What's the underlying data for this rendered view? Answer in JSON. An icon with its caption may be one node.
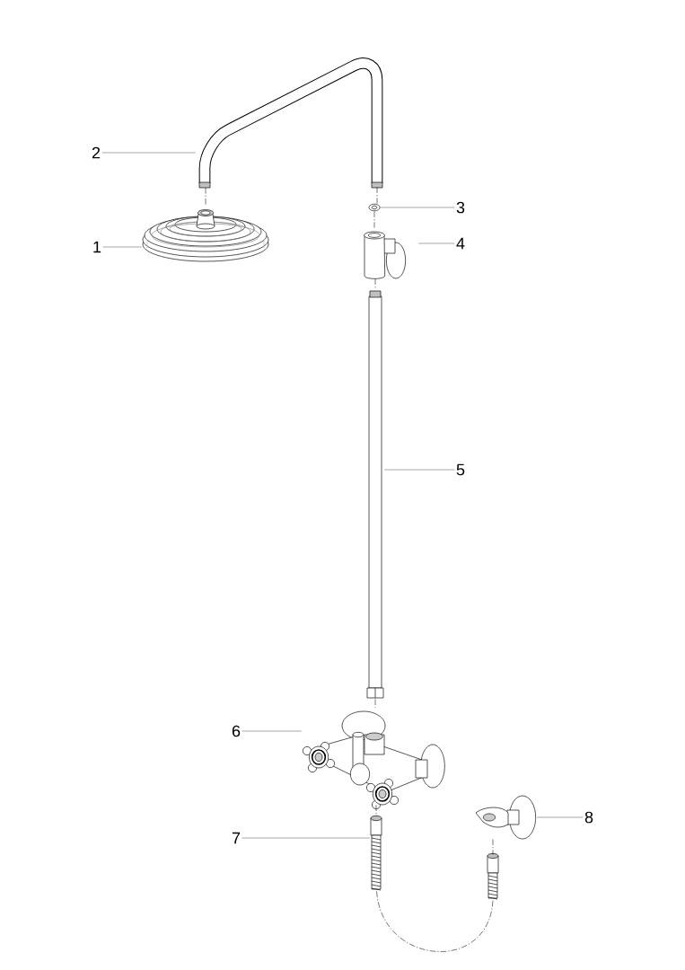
{
  "diagram": {
    "nodes": [
      {
        "text": [
          "1"
        ]
      },
      {
        "text": [
          "2"
        ]
      },
      {
        "text": [
          "3"
        ]
      },
      {
        "text": [
          "4"
        ]
      },
      {
        "text": [
          "5"
        ]
      },
      {
        "text": [
          "6"
        ]
      },
      {
        "text": [
          "7"
        ]
      },
      {
        "text": [
          "8"
        ]
      },
      {
        "text": [],
        "shape": "picture"
      },
      {
        "text": [],
        "shape": "picture"
      },
      {
        "text": [],
        "shape": "picture"
      },
      {
        "text": [],
        "shape": "picture"
      },
      {
        "text": [],
        "shape": "picture"
      },
      {
        "text": [],
        "shape": "picture"
      },
      {
        "text": [],
        "shape": "picture"
      },
      {
        "text": [],
        "shape": "picture"
      },
      {
        "text": [],
        "shape": "picture"
      }
    ],
    "edges": [
      {
        "from": 0,
        "to": 8,
        "arrow": "none"
      },
      {
        "from": 1,
        "to": 9,
        "arrow": "none"
      },
      {
        "from": 2,
        "to": 10,
        "arrow": "none"
      },
      {
        "from": 3,
        "to": 11,
        "arrow": "none"
      },
      {
        "from": 4,
        "to": 12,
        "arrow": "none"
      },
      {
        "from": 5,
        "to": 13,
        "arrow": "none"
      },
      {
        "from": 6,
        "to": 14,
        "arrow": "none"
      },
      {
        "from": 7,
        "to": 15,
        "arrow": "none"
      },
      {
        "from": 8,
        "to": 9,
        "arrow": "none",
        "style": "dashed"
      },
      {
        "from": 9,
        "to": 10,
        "arrow": "none",
        "style": "dashed"
      },
      {
        "from": 10,
        "to": 11,
        "arrow": "none",
        "style": "dashed"
      },
      {
        "from": 11,
        "to": 12,
        "arrow": "none",
        "style": "dashed"
      },
      {
        "from": 12,
        "to": 13,
        "arrow": "none",
        "style": "dashed"
      },
      {
        "from": 13,
        "to": 14,
        "arrow": "none",
        "style": "dashed"
      },
      {
        "from": 15,
        "to": 16,
        "arrow": "none",
        "style": "dashed"
      },
      {
        "from": 14,
        "to": 16,
        "arrow": "none",
        "style": "dashed"
      }
    ]
  }
}
